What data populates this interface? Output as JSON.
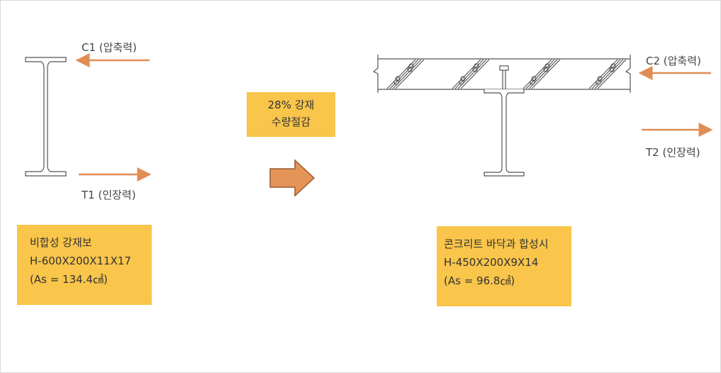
{
  "left": {
    "c_label": "C1 (압축력)",
    "t_label": "T1 (인장력)",
    "info": [
      "비합성 강재보",
      "H-600X200X11X17",
      "(As = 134.4㎠)"
    ]
  },
  "middle": {
    "reduction": [
      "28% 강재",
      "수량절감"
    ]
  },
  "right": {
    "c_label": "C2 (압축력)",
    "t_label": "T2 (인장력)",
    "info": [
      "콘크리트 바닥과 합성시",
      "H-450X200X9X14",
      "(As = 96.8㎠)"
    ]
  },
  "colors": {
    "box": "#f9c54a",
    "arrow": "#e08d55"
  }
}
